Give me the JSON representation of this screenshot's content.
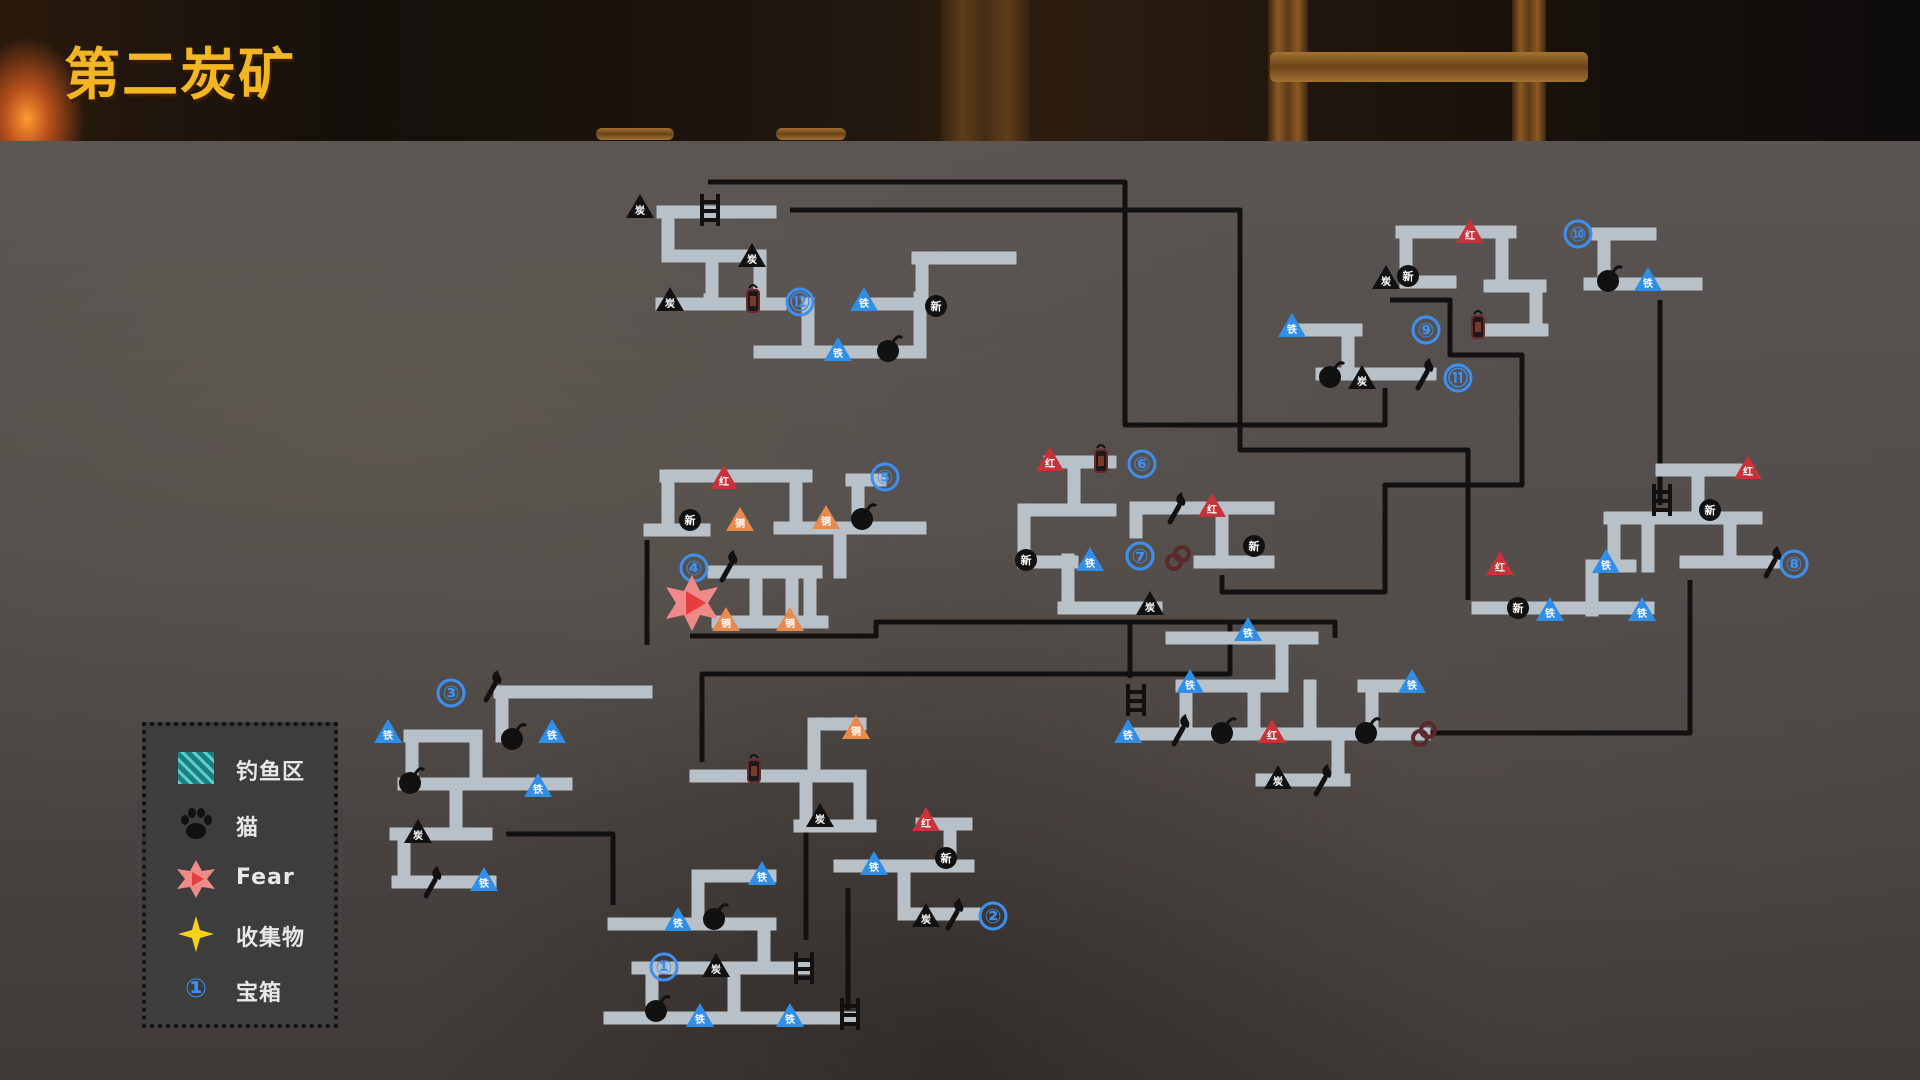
{
  "title": "第二炭矿",
  "legend": [
    {
      "icon": "hatch-swatch-icon",
      "label": "钓鱼区"
    },
    {
      "icon": "paw-icon",
      "label": "猫"
    },
    {
      "icon": "fear-star-icon",
      "label": "Fear"
    },
    {
      "icon": "collectible-star-icon",
      "label": "收集物"
    },
    {
      "icon": "chest-number-icon",
      "label": "宝箱",
      "glyph": "①"
    }
  ],
  "resource_labels": {
    "coal": "炭",
    "iron": "铁",
    "copper": "铜",
    "red": "红",
    "new": "新"
  },
  "chests": [
    "⑫",
    "⑨",
    "⑩",
    "⑪",
    "⑥",
    "⑦",
    "⑤",
    "④",
    "③",
    "⑧",
    "①",
    "②"
  ],
  "colors": {
    "path": "#b9c1c8",
    "line": "#111111",
    "chest": "#3e8ff0",
    "iron": "#2f8fe8",
    "copper": "#e88a4e",
    "red": "#c8323a",
    "coal": "#111111",
    "fear": "#f08a8a",
    "title": "#f3b623",
    "collectible": "#f6d21a"
  }
}
